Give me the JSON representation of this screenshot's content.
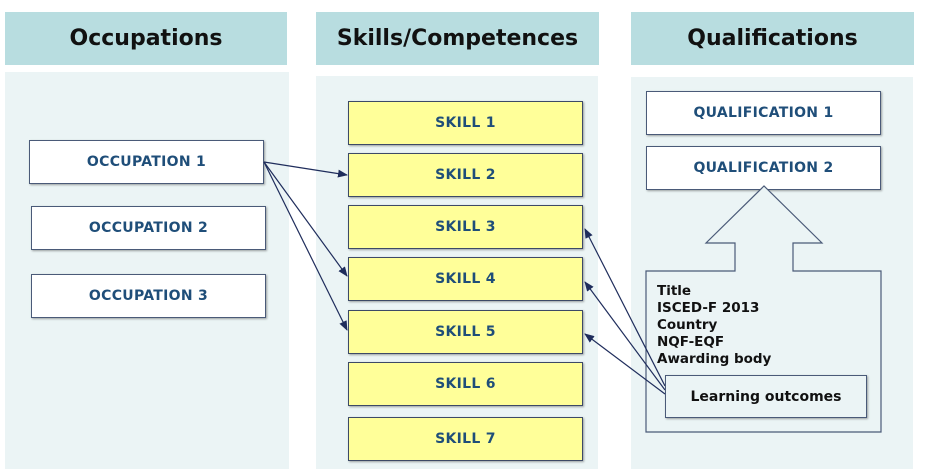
{
  "columns": {
    "occupations": {
      "title": "Occupations"
    },
    "skills": {
      "title": "Skills/Competences"
    },
    "qualifications": {
      "title": "Qualifications"
    }
  },
  "occupations": [
    "OCCUPATION 1",
    "OCCUPATION 2",
    "OCCUPATION 3"
  ],
  "skills": [
    "SKILL 1",
    "SKILL 2",
    "SKILL 3",
    "SKILL 4",
    "SKILL 5",
    "SKILL 6",
    "SKILL 7"
  ],
  "qualifications": [
    "QUALIFICATION 1",
    "QUALIFICATION 2"
  ],
  "qualification_details": {
    "fields": [
      "Title",
      "ISCED-F 2013",
      "Country",
      "NQF-EQF",
      "Awarding body"
    ],
    "learning_outcomes": "Learning outcomes"
  },
  "colors": {
    "header_bg": "#b8dde0",
    "column_bg": "#ebf4f5",
    "skill_fill": "#ffff99",
    "box_text": "#1f4e79",
    "connector": "#1f2d5c"
  }
}
